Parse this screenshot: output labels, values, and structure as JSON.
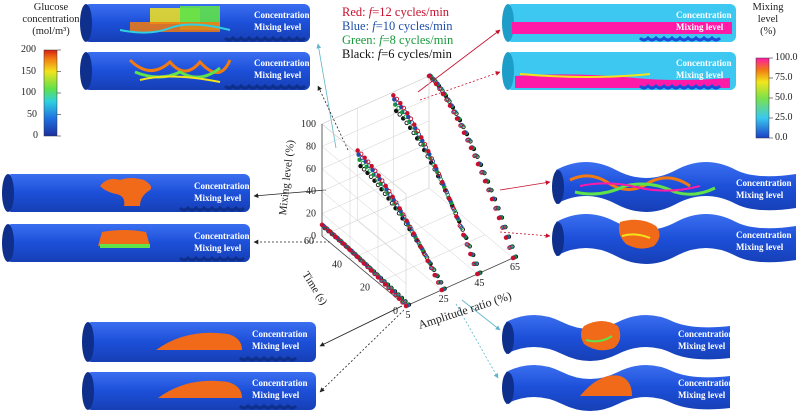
{
  "legend": {
    "lines": [
      {
        "color": "#c8102e",
        "name": "Red",
        "suffix": "=12 cycles/min"
      },
      {
        "color": "#1f4fa8",
        "name": "Blue",
        "suffix": "=10 cycles/min"
      },
      {
        "color": "#1a9a3c",
        "name": "Green",
        "suffix": "=8 cycles/min"
      },
      {
        "color": "#111111",
        "name": "Black",
        "suffix": "=6 cycles/min"
      }
    ],
    "symbol": "f"
  },
  "left_colorbar": {
    "title_line1": "Glucose",
    "title_line2": "concentration",
    "unit": "(mol/m³)",
    "ticks": [
      "200",
      "150",
      "100",
      "50",
      "0"
    ]
  },
  "right_colorbar": {
    "title_line1": "Mixing",
    "title_line2": "level",
    "unit": "(%)",
    "ticks": [
      "100.0",
      "75.0",
      "50.0",
      "25.0",
      "0.0"
    ]
  },
  "pipe_labels": {
    "concentration": "Concentration",
    "mixing": "Mixing level"
  },
  "colors": {
    "pipe_blue": "#1c4fd8",
    "pipe_dark": "#0f2f8c",
    "blob_orange": "#f06a1a",
    "mixing_cyan": "#3cc8f0",
    "mixing_magenta": "#ff1aa8",
    "arrow_red": "#c8102e",
    "arrow_teal": "#5fb5c8",
    "axis_grid": "#cfcfcf"
  },
  "chart_data": {
    "type": "scatter",
    "projection": "3d",
    "xlabel": "Amplitude ratio (%)",
    "ylabel": "Time (s)",
    "zlabel": "Mixing level (%)",
    "x_ticks": [
      "5",
      "25",
      "45",
      "65"
    ],
    "y_ticks": [
      "0",
      "20",
      "40",
      "60"
    ],
    "z_ticks": [
      "0",
      "20",
      "40",
      "60",
      "80",
      "100"
    ],
    "xlim": [
      5,
      65
    ],
    "ylim": [
      0,
      60
    ],
    "zlim": [
      0,
      100
    ],
    "amplitude_ratios": [
      5,
      25,
      45,
      65
    ],
    "series": [
      {
        "name": "f=12 cycles/min",
        "color": "#c8102e",
        "final_mixing": [
          10,
          62,
          97,
          100
        ]
      },
      {
        "name": "f=10 cycles/min",
        "color": "#1f4fa8",
        "final_mixing": [
          9,
          58,
          93,
          100
        ]
      },
      {
        "name": "f=8 cycles/min",
        "color": "#1a9a3c",
        "final_mixing": [
          8,
          53,
          88,
          99
        ]
      },
      {
        "name": "f=6 cycles/min",
        "color": "#111111",
        "final_mixing": [
          6,
          47,
          82,
          97
        ]
      }
    ]
  }
}
